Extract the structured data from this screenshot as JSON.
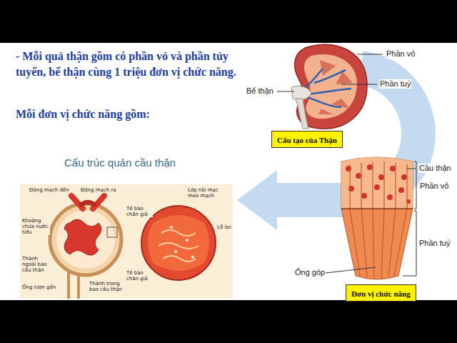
{
  "diagram": {
    "nodes": [
      {
        "text": [
          "Cấu tạo của Thận"
        ]
      },
      {
        "text": [
          "Đơn vị chức năng"
        ]
      }
    ],
    "labels": [
      "- Mỗi quả thận gồm có phần vỏ và phần tủy tuyến, bể thận cùng 1 triệu đơn vị chức năng.",
      "Mỗi đơn vị chức năng gồm:",
      "Cấu trúc quản cầu thận",
      "Động mạch đến",
      "Động mạch ra",
      "Khoảng chứa nước tiểu",
      "Thành ngoài bao cầu thận",
      "Ống lượn gần",
      "Thành trong bao cầu thận",
      "Lớp nội mạc mao mạch",
      "Tế bào chân giả",
      "Lỗ lọc",
      "Tế bào chân giả",
      "Phần vỏ",
      "Phần tuỷ",
      "Bể thận",
      "Cầu thận",
      "Phần vỏ",
      "Phần tuỷ",
      "Ống góp"
    ]
  }
}
